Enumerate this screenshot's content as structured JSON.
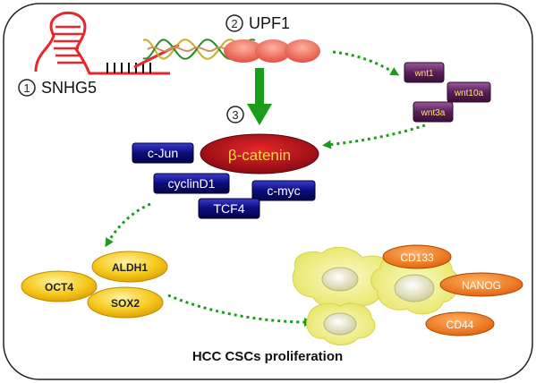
{
  "labels": {
    "snhg5": "SNHG5",
    "upf1": "UPF1",
    "beta_catenin": "β-catenin",
    "caption": "HCC CSCs proliferation"
  },
  "step_markers": {
    "one": "1",
    "two": "2",
    "three": "3"
  },
  "wnt": [
    "wnt1",
    "wnt10a",
    "wnt3a"
  ],
  "targets": [
    "c-Jun",
    "cyclinD1",
    "c-myc",
    "TCF4"
  ],
  "stemness_markers": [
    "OCT4",
    "ALDH1",
    "SOX2"
  ],
  "surface_markers": [
    "CD133",
    "NANOG",
    "CD44"
  ],
  "colors": {
    "rna": "#e8262b",
    "arrow_green": "#1a9e1a",
    "wnt_box": "#6b2a6b",
    "target_box": "#1a1a8c",
    "target_text": "#ffffff",
    "beta_catenin_fill": "#b4101a",
    "beta_catenin_text": "#ffd34a",
    "marker_yellow": "#f0c020",
    "surface_orange": "#f07010",
    "cell_yellow": "#f2f07a"
  }
}
